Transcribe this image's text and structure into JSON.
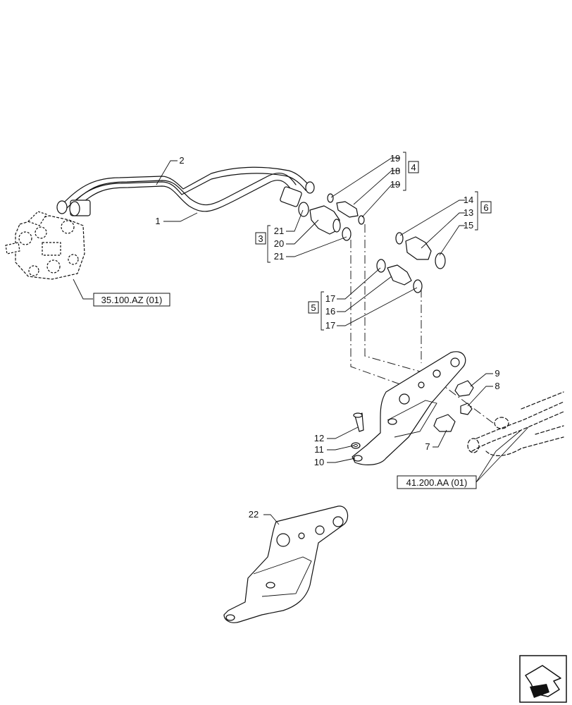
{
  "callouts": {
    "c1": "1",
    "c2": "2",
    "c3": "3",
    "c4": "4",
    "c5": "5",
    "c6": "6",
    "c7": "7",
    "c8": "8",
    "c9": "9",
    "c10": "10",
    "c11": "11",
    "c12": "12",
    "c13": "13",
    "c14": "14",
    "c15": "15",
    "c16": "16",
    "c17a": "17",
    "c17b": "17",
    "c18": "18",
    "c19a": "19",
    "c19b": "19",
    "c20": "20",
    "c21a": "21",
    "c21b": "21",
    "c22": "22"
  },
  "references": {
    "valve_ref": "35.100.AZ (01)",
    "cylinder_ref": "41.200.AA (01)"
  },
  "icons": {
    "nav": "next-page-arrow-icon"
  }
}
